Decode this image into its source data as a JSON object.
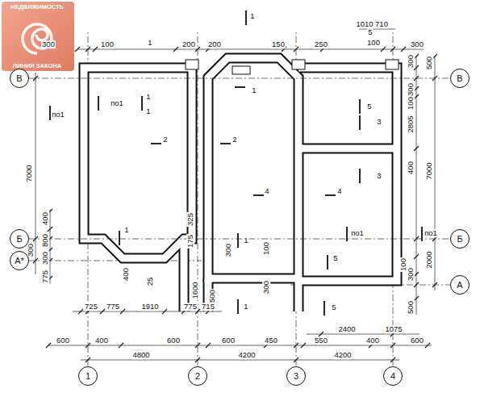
{
  "diagram": {
    "nodes": [
      {
        "text": [
          "В"
        ]
      },
      {
        "text": [
          "Б"
        ]
      },
      {
        "text": [
          "А*"
        ]
      },
      {
        "text": [
          "В"
        ]
      },
      {
        "text": [
          "Б"
        ]
      },
      {
        "text": [
          "А"
        ]
      },
      {
        "text": [
          "1"
        ]
      },
      {
        "text": [
          "2"
        ]
      },
      {
        "text": [
          "3"
        ]
      },
      {
        "text": [
          "4"
        ]
      }
    ],
    "edges": [
      {
        "from": 0,
        "to": 3,
        "arrow": "none"
      },
      {
        "from": 1,
        "to": 4,
        "arrow": "none"
      }
    ],
    "labels": [
      "НЕДВИЖИМОСТЬ",
      "ЛИНИЯ ЗАКОНА",
      "1",
      "1010",
      "710",
      "5",
      "100",
      "300",
      "100",
      "1",
      "200",
      "200",
      "150",
      "250",
      "300",
      "300",
      "500",
      "300",
      "100",
      "2805",
      "400",
      "7000",
      "2000",
      "100",
      "300",
      "500",
      "7000",
      "400",
      "800",
      "300",
      "300",
      "775",
      "по1",
      "по1",
      "1",
      "1",
      "2",
      "2",
      "1",
      "5",
      "3",
      "3",
      "4",
      "4",
      "1",
      "по1",
      "по1",
      "325",
      "175",
      "300",
      "100",
      "1",
      "400",
      "25",
      "1600",
      "500",
      "300",
      "1",
      "5",
      "5",
      "725",
      "775",
      "1910",
      "775",
      "715",
      "2400",
      "1075",
      "600",
      "400",
      "600",
      "600",
      "450",
      "550",
      "400",
      "600",
      "4800",
      "4200",
      "4200"
    ]
  }
}
